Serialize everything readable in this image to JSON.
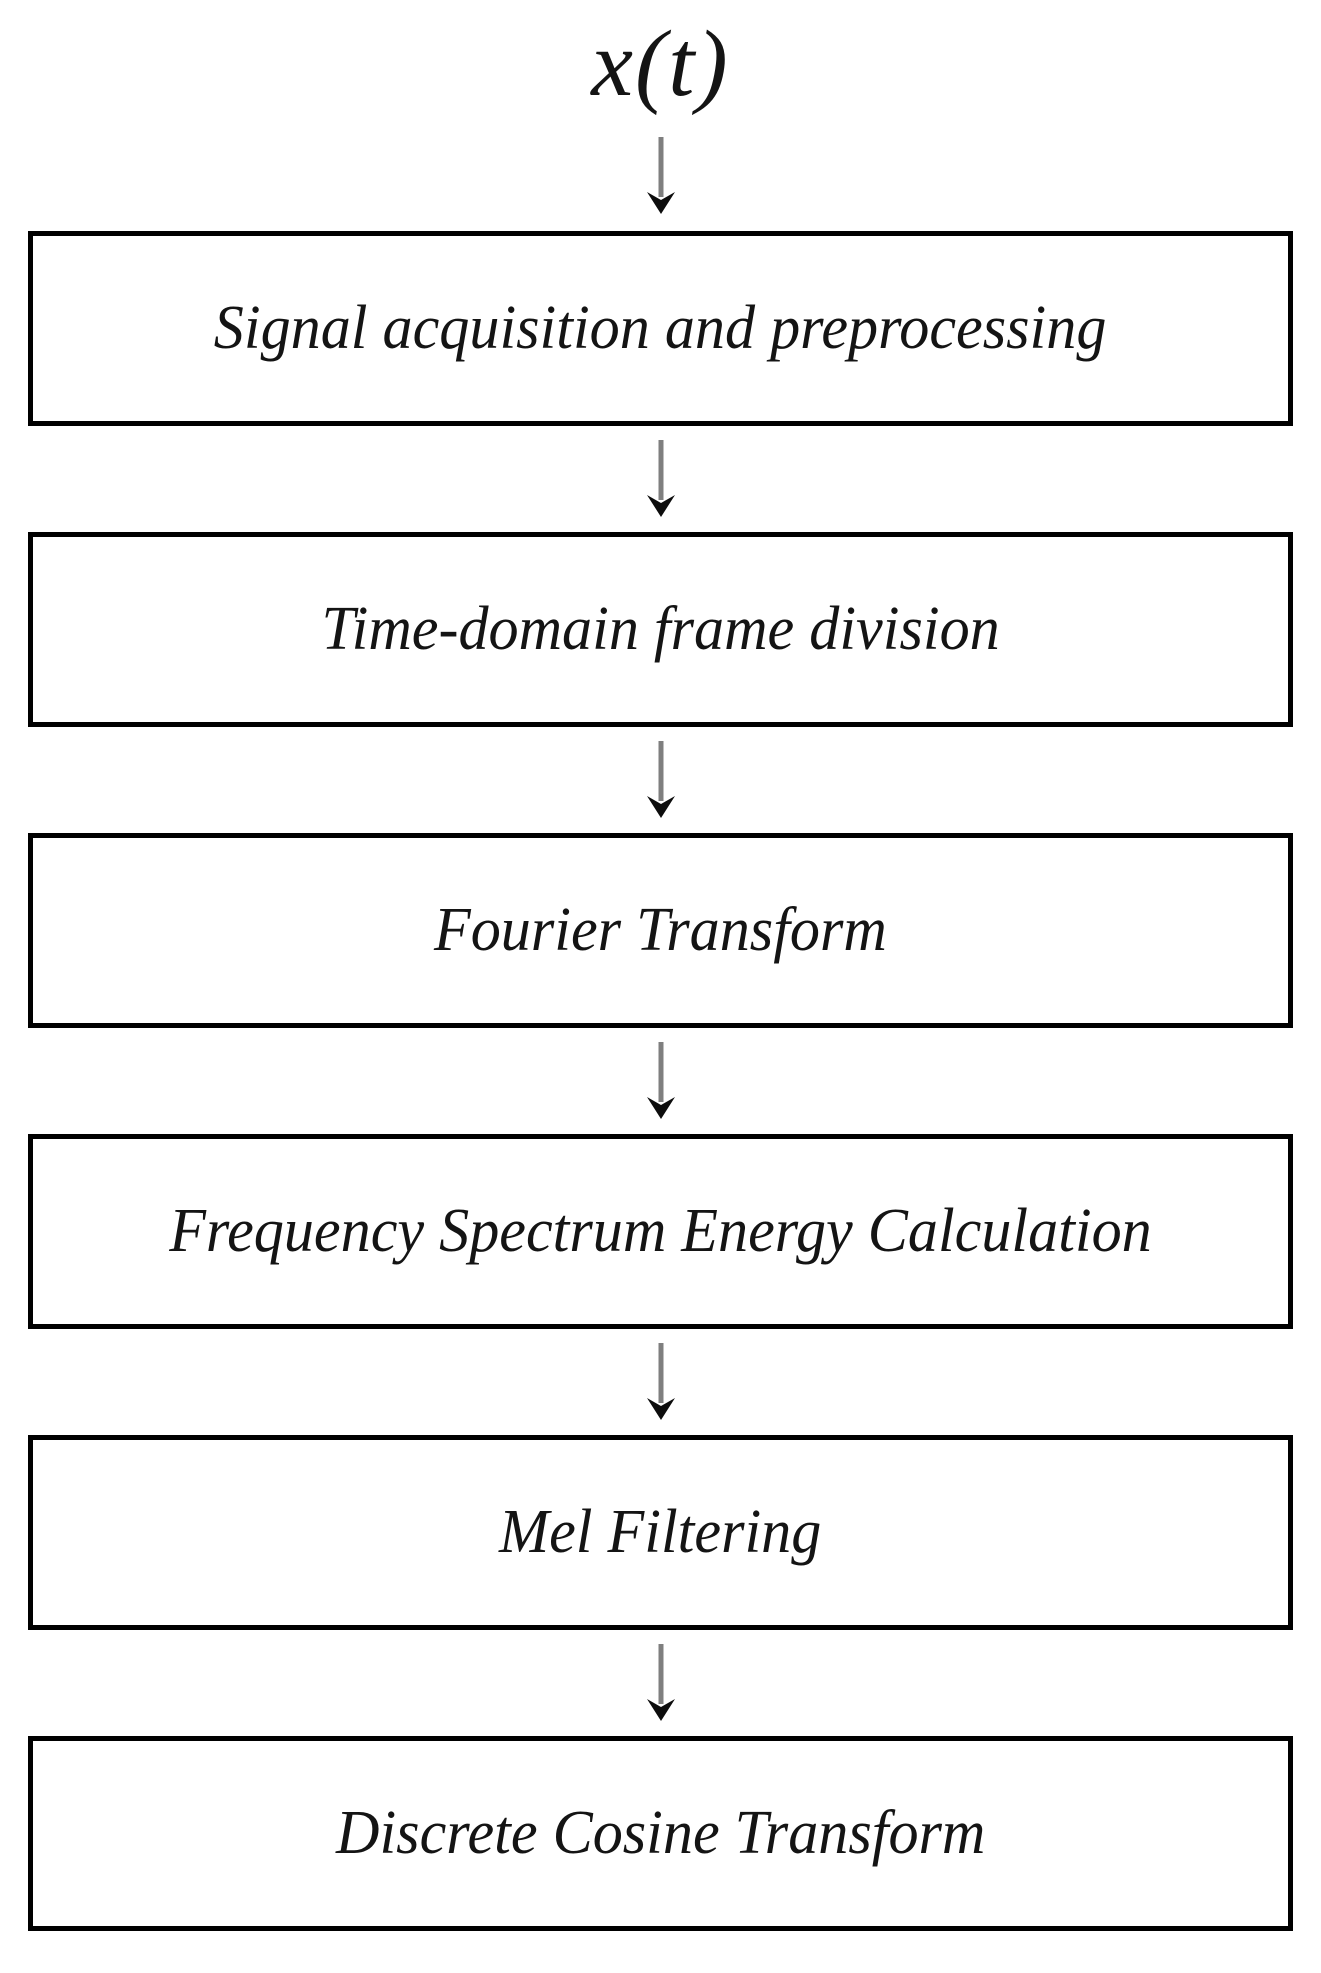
{
  "diagram": {
    "input_label": "x(t)",
    "steps": [
      {
        "label": "Signal acquisition and preprocessing"
      },
      {
        "label": "Time-domain frame division"
      },
      {
        "label": "Fourier Transform"
      },
      {
        "label": "Frequency Spectrum Energy Calculation"
      },
      {
        "label": "Mel Filtering"
      },
      {
        "label": "Discrete Cosine Transform"
      }
    ]
  },
  "colors": {
    "box_border": "#000000",
    "box_fill": "#ffffff",
    "label_text": "#141414",
    "arrow_stem": "#7f7f7f",
    "arrow_head": "#0d0d0d",
    "background": "#ffffff"
  }
}
